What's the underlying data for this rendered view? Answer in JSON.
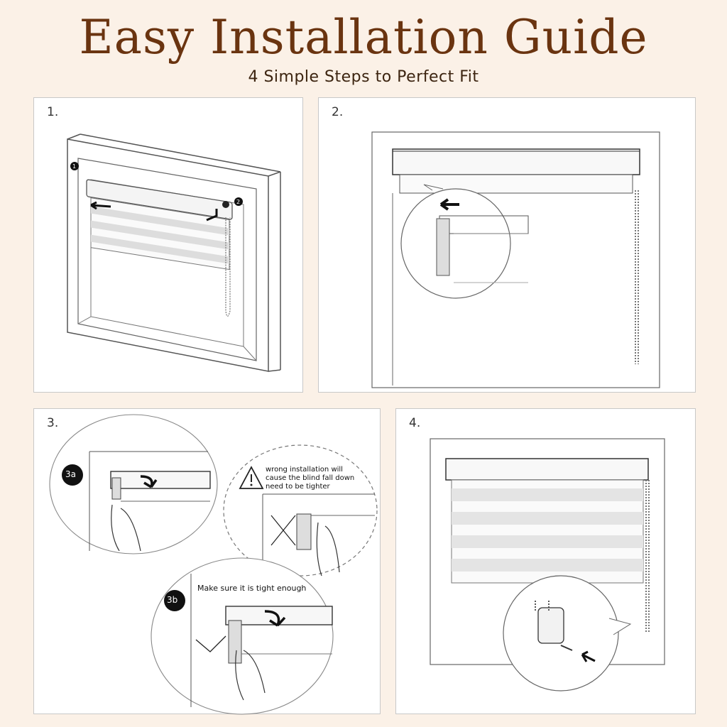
{
  "header": {
    "title": "Easy Installation Guide",
    "subtitle": "4 Simple Steps to Perfect Fit"
  },
  "steps": [
    {
      "number": "1.",
      "markers": [
        "1",
        "2"
      ]
    },
    {
      "number": "2."
    },
    {
      "number": "3.",
      "badge_a": "3a",
      "badge_b": "3b",
      "warning": [
        "wrong installation will",
        "cause the blind fall down",
        "need to be tighter"
      ],
      "tight_note": "Make sure it is tight enough"
    },
    {
      "number": "4."
    }
  ],
  "colors": {
    "title": "#6a3410",
    "background": "#fbf1e7",
    "panel": "#ffffff",
    "line": "#555555"
  }
}
